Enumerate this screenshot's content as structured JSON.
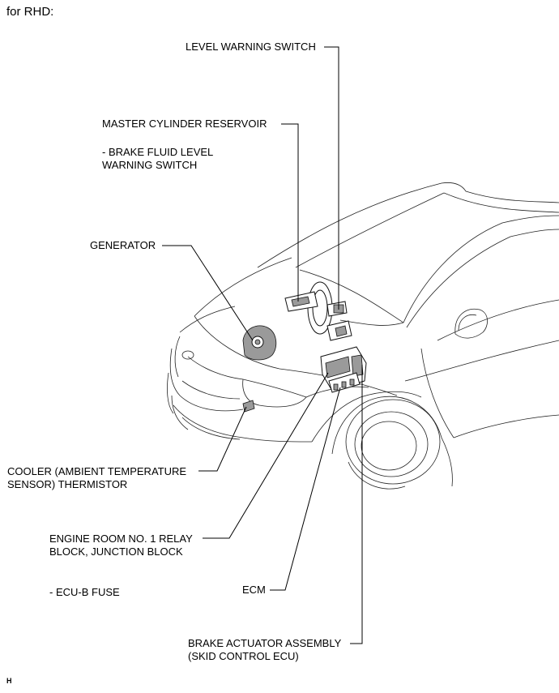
{
  "header": {
    "text": "for RHD:"
  },
  "labels": {
    "level_warning_switch": "LEVEL WARNING SWITCH",
    "master_cylinder_reservoir": "MASTER CYLINDER RESERVOIR",
    "brake_fluid_level_line1": "- BRAKE FLUID LEVEL",
    "brake_fluid_level_line2": "WARNING SWITCH",
    "generator": "GENERATOR",
    "cooler_line1": "COOLER (AMBIENT TEMPERATURE",
    "cooler_line2": "SENSOR) THERMISTOR",
    "relay_block_line1": "ENGINE ROOM NO. 1 RELAY",
    "relay_block_line2": "BLOCK, JUNCTION BLOCK",
    "ecu_b_fuse": "- ECU-B FUSE",
    "ecm": "ECM",
    "brake_actuator_line1": "BRAKE ACTUATOR ASSEMBLY",
    "brake_actuator_line2": "(SKID CONTROL ECU)"
  },
  "footer": {
    "code": "H"
  },
  "colors": {
    "line": "#000000",
    "component_fill": "#9a9a9a"
  }
}
